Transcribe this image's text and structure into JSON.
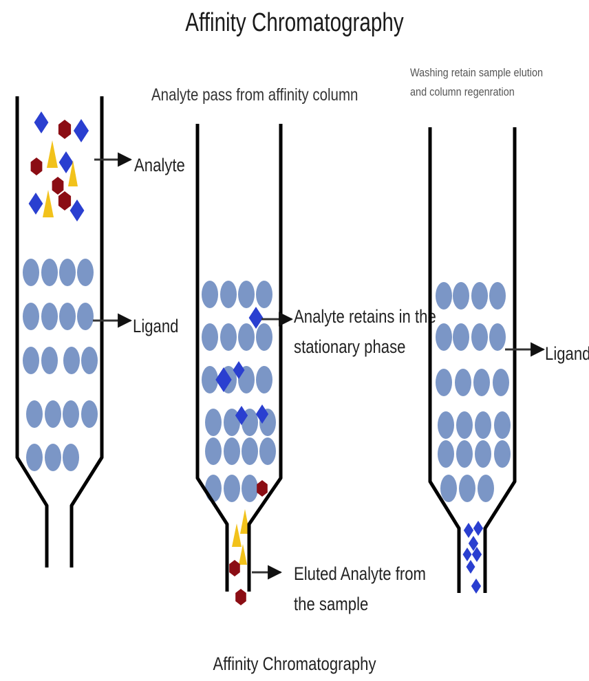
{
  "title": "Affinity Chromatography",
  "caption": "Affinity Chromatography",
  "columns": [
    {
      "heading": "",
      "labels": [
        "Analyte",
        "Ligand"
      ]
    },
    {
      "heading": "Analyte pass from affinity column",
      "labels": [
        "Analyte retains in the stationary phase",
        "Eluted Analyte from the sample"
      ],
      "label_lines": {
        "retain": [
          "Analyte retains in the",
          "stationary phase"
        ],
        "eluted": [
          "Eluted Analyte from",
          "the sample"
        ]
      }
    },
    {
      "heading_lines": [
        "Washing retain sample elution",
        "and column regenration"
      ],
      "labels": [
        "Ligand"
      ]
    }
  ],
  "colors": {
    "bead": "#7b96c6",
    "analyte_diamond": "#2a3fd0",
    "analyte_hexagon": "#8b0d14",
    "analyte_triangle": "#f2c21b",
    "column_wall": "#000000",
    "arrow": "#333333"
  }
}
